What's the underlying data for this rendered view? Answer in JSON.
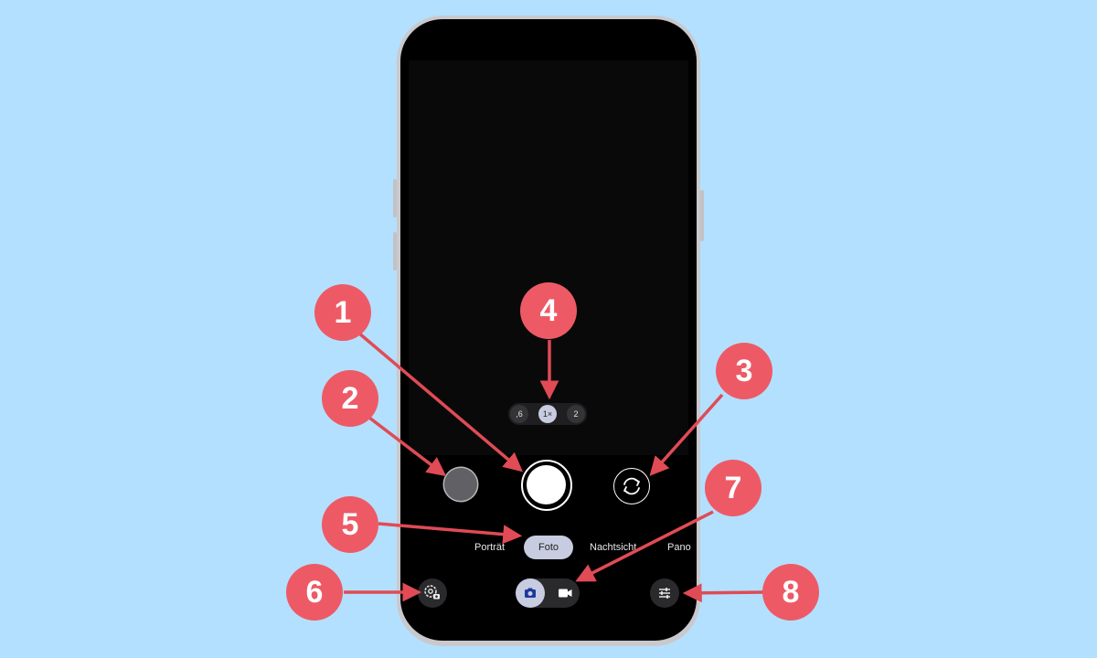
{
  "zoom": {
    "options": [
      ",6",
      "1×",
      "2"
    ],
    "active_index": 1
  },
  "modes": [
    "Porträt",
    "Foto",
    "Nachtsicht",
    "Pano"
  ],
  "active_mode": "Foto",
  "callouts": [
    "1",
    "2",
    "3",
    "4",
    "5",
    "6",
    "7",
    "8"
  ],
  "icons": {
    "gallery": "gallery-thumbnail",
    "shutter": "shutter-button",
    "switch": "switch-camera-icon",
    "settings": "camera-settings-gear-icon",
    "photo_mode": "camera-icon",
    "video_mode": "video-camera-icon",
    "adjust": "sliders-icon"
  },
  "colors": {
    "background": "#b3e0fe",
    "callout": "#ed5a66",
    "active_chip": "#c8cce0",
    "photo_mode_icon": "#1b3a9c"
  }
}
